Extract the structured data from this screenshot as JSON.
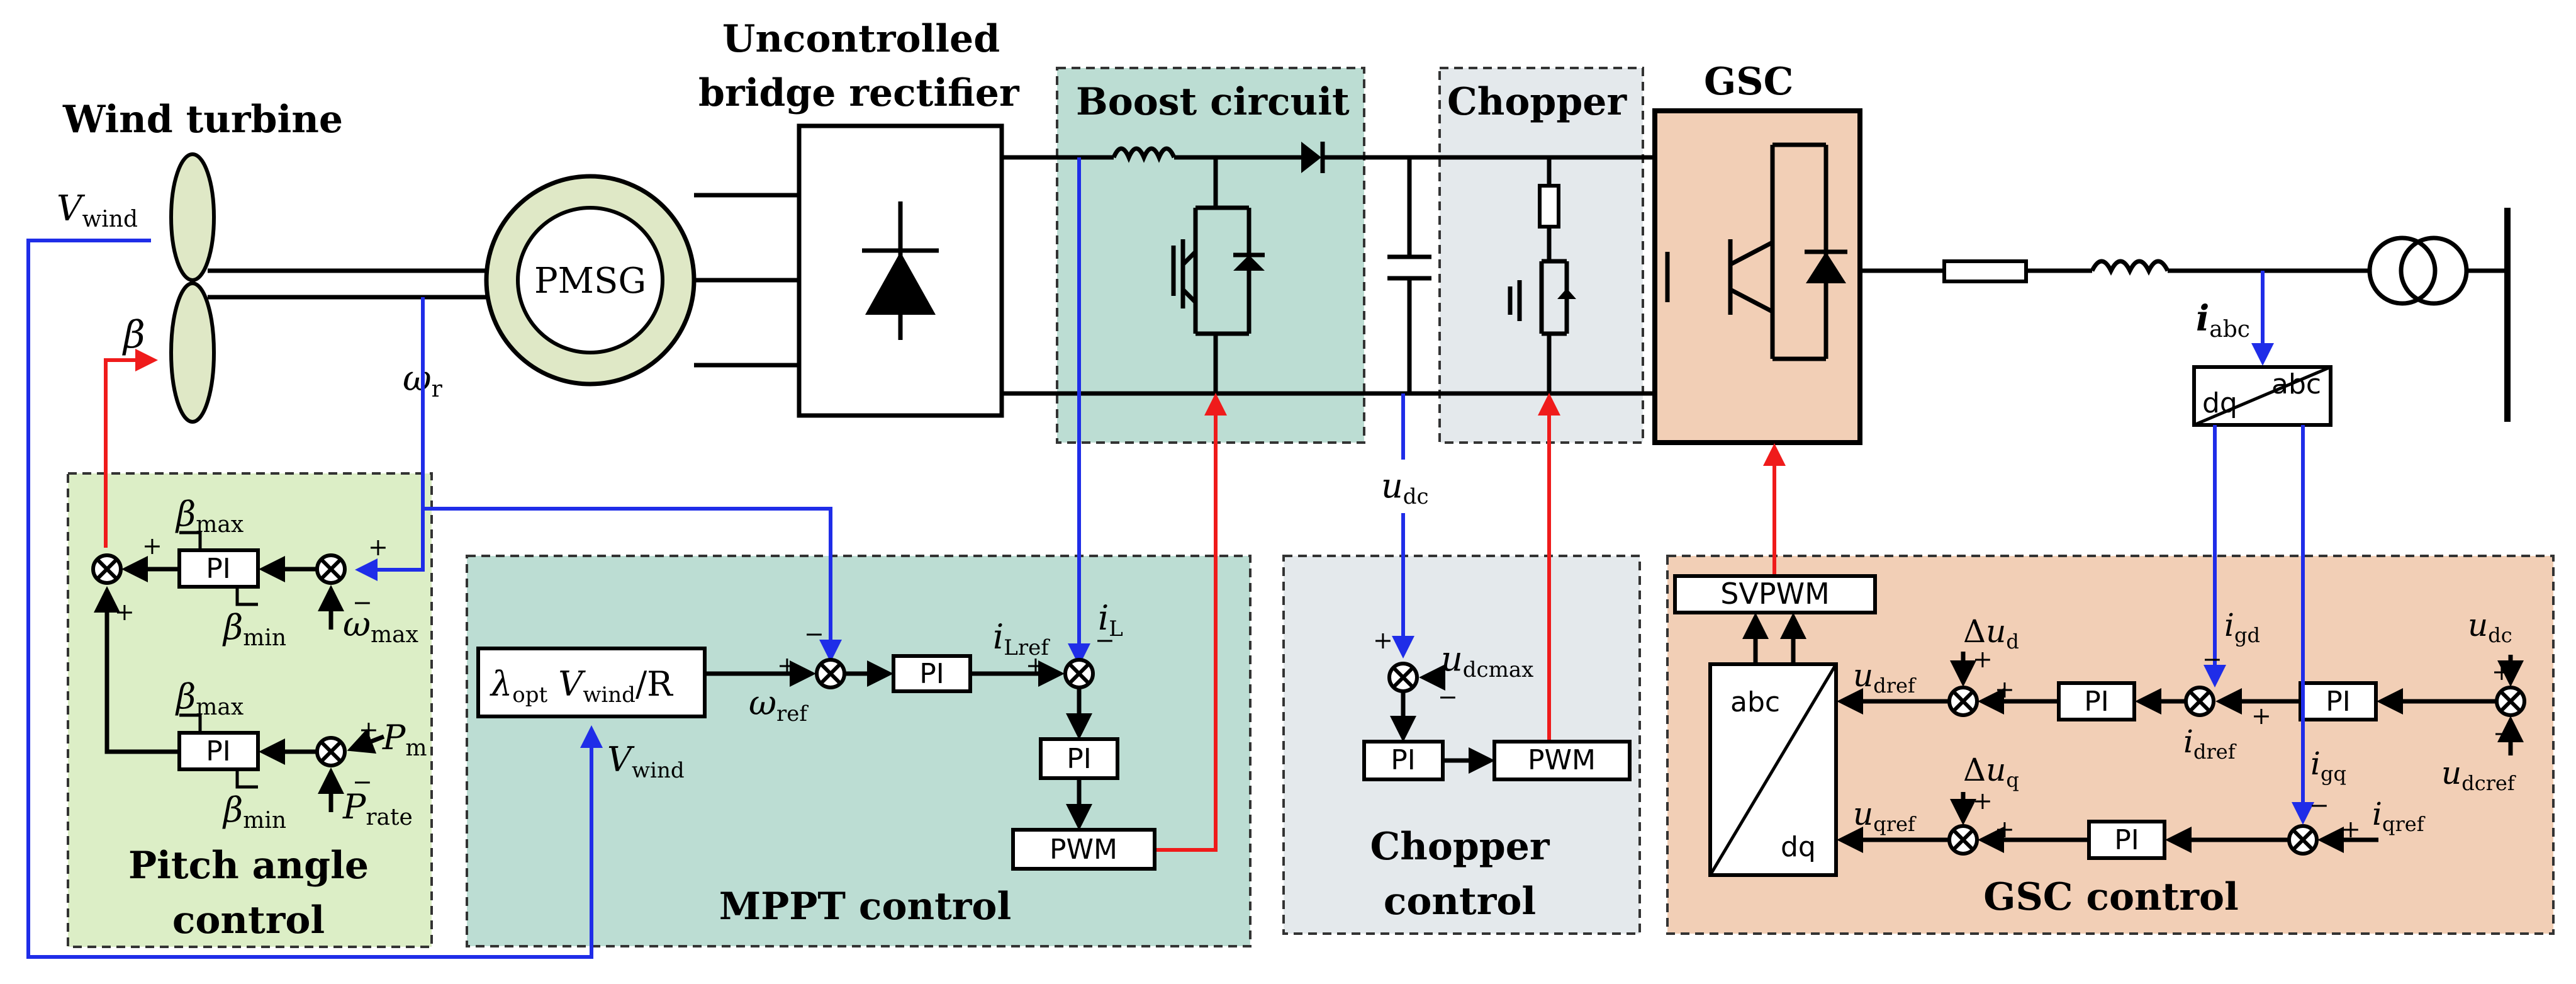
{
  "title_labels": {
    "wind_turbine": "Wind turbine",
    "rectifier_line1": "Uncontrolled",
    "rectifier_line2": "bridge rectifier",
    "boost": "Boost circuit",
    "chopper": "Chopper",
    "gsc": "GSC",
    "pmsg": "PMSG"
  },
  "signals": {
    "v_wind": "V",
    "v_wind_sub": "wind",
    "beta": "β",
    "omega_r": "ω",
    "omega_r_sub": "r",
    "u_dc": "u",
    "u_dc_sub": "dc",
    "i_abc": "i",
    "i_abc_sub": "abc"
  },
  "pitch": {
    "title1": "Pitch angle",
    "title2": "control",
    "pi": "PI",
    "beta_max": "max",
    "beta_min": "min",
    "omega_max_sub": "max",
    "p_m": "P",
    "p_m_sub": "m",
    "p_rate": "P",
    "p_rate_sub": "rate",
    "plus": "+",
    "minus": "−"
  },
  "mppt": {
    "title": "MPPT control",
    "lambda": "λ",
    "lambda_sub": "opt",
    "expr_rest": "/R",
    "pi": "PI",
    "pwm": "PWM",
    "omega_ref_sub": "ref",
    "i_lref": "i",
    "i_lref_sub": "Lref",
    "i_l_sub": "L"
  },
  "chopper_ctrl": {
    "title1": "Chopper",
    "title2": "control",
    "pi": "PI",
    "pwm": "PWM",
    "u_dcmax_sub": "dcmax"
  },
  "gsc_ctrl": {
    "title": "GSC control",
    "svpwm": "SVPWM",
    "abc": "abc",
    "dq": "dq",
    "pi": "PI",
    "delta": "Δ",
    "u": "u",
    "u_d_sub": "d",
    "u_q_sub": "q",
    "u_dref_sub": "dref",
    "u_qref_sub": "qref",
    "i": "i",
    "i_gd_sub": "gd",
    "i_gq_sub": "gq",
    "i_dref_sub": "dref",
    "i_qref_sub": "qref",
    "u_dc_sub": "dc",
    "u_dcref_sub": "dcref"
  },
  "colors": {
    "pitch_bg": "#dceec6",
    "mppt_bg": "#bcddd3",
    "chopper_bg": "#e4e9ec",
    "gsc_bg": "#f2cfb6",
    "pmsg_ring": "#dfe8c6",
    "blue": "#1f2de8",
    "red": "#ef1b1b"
  }
}
